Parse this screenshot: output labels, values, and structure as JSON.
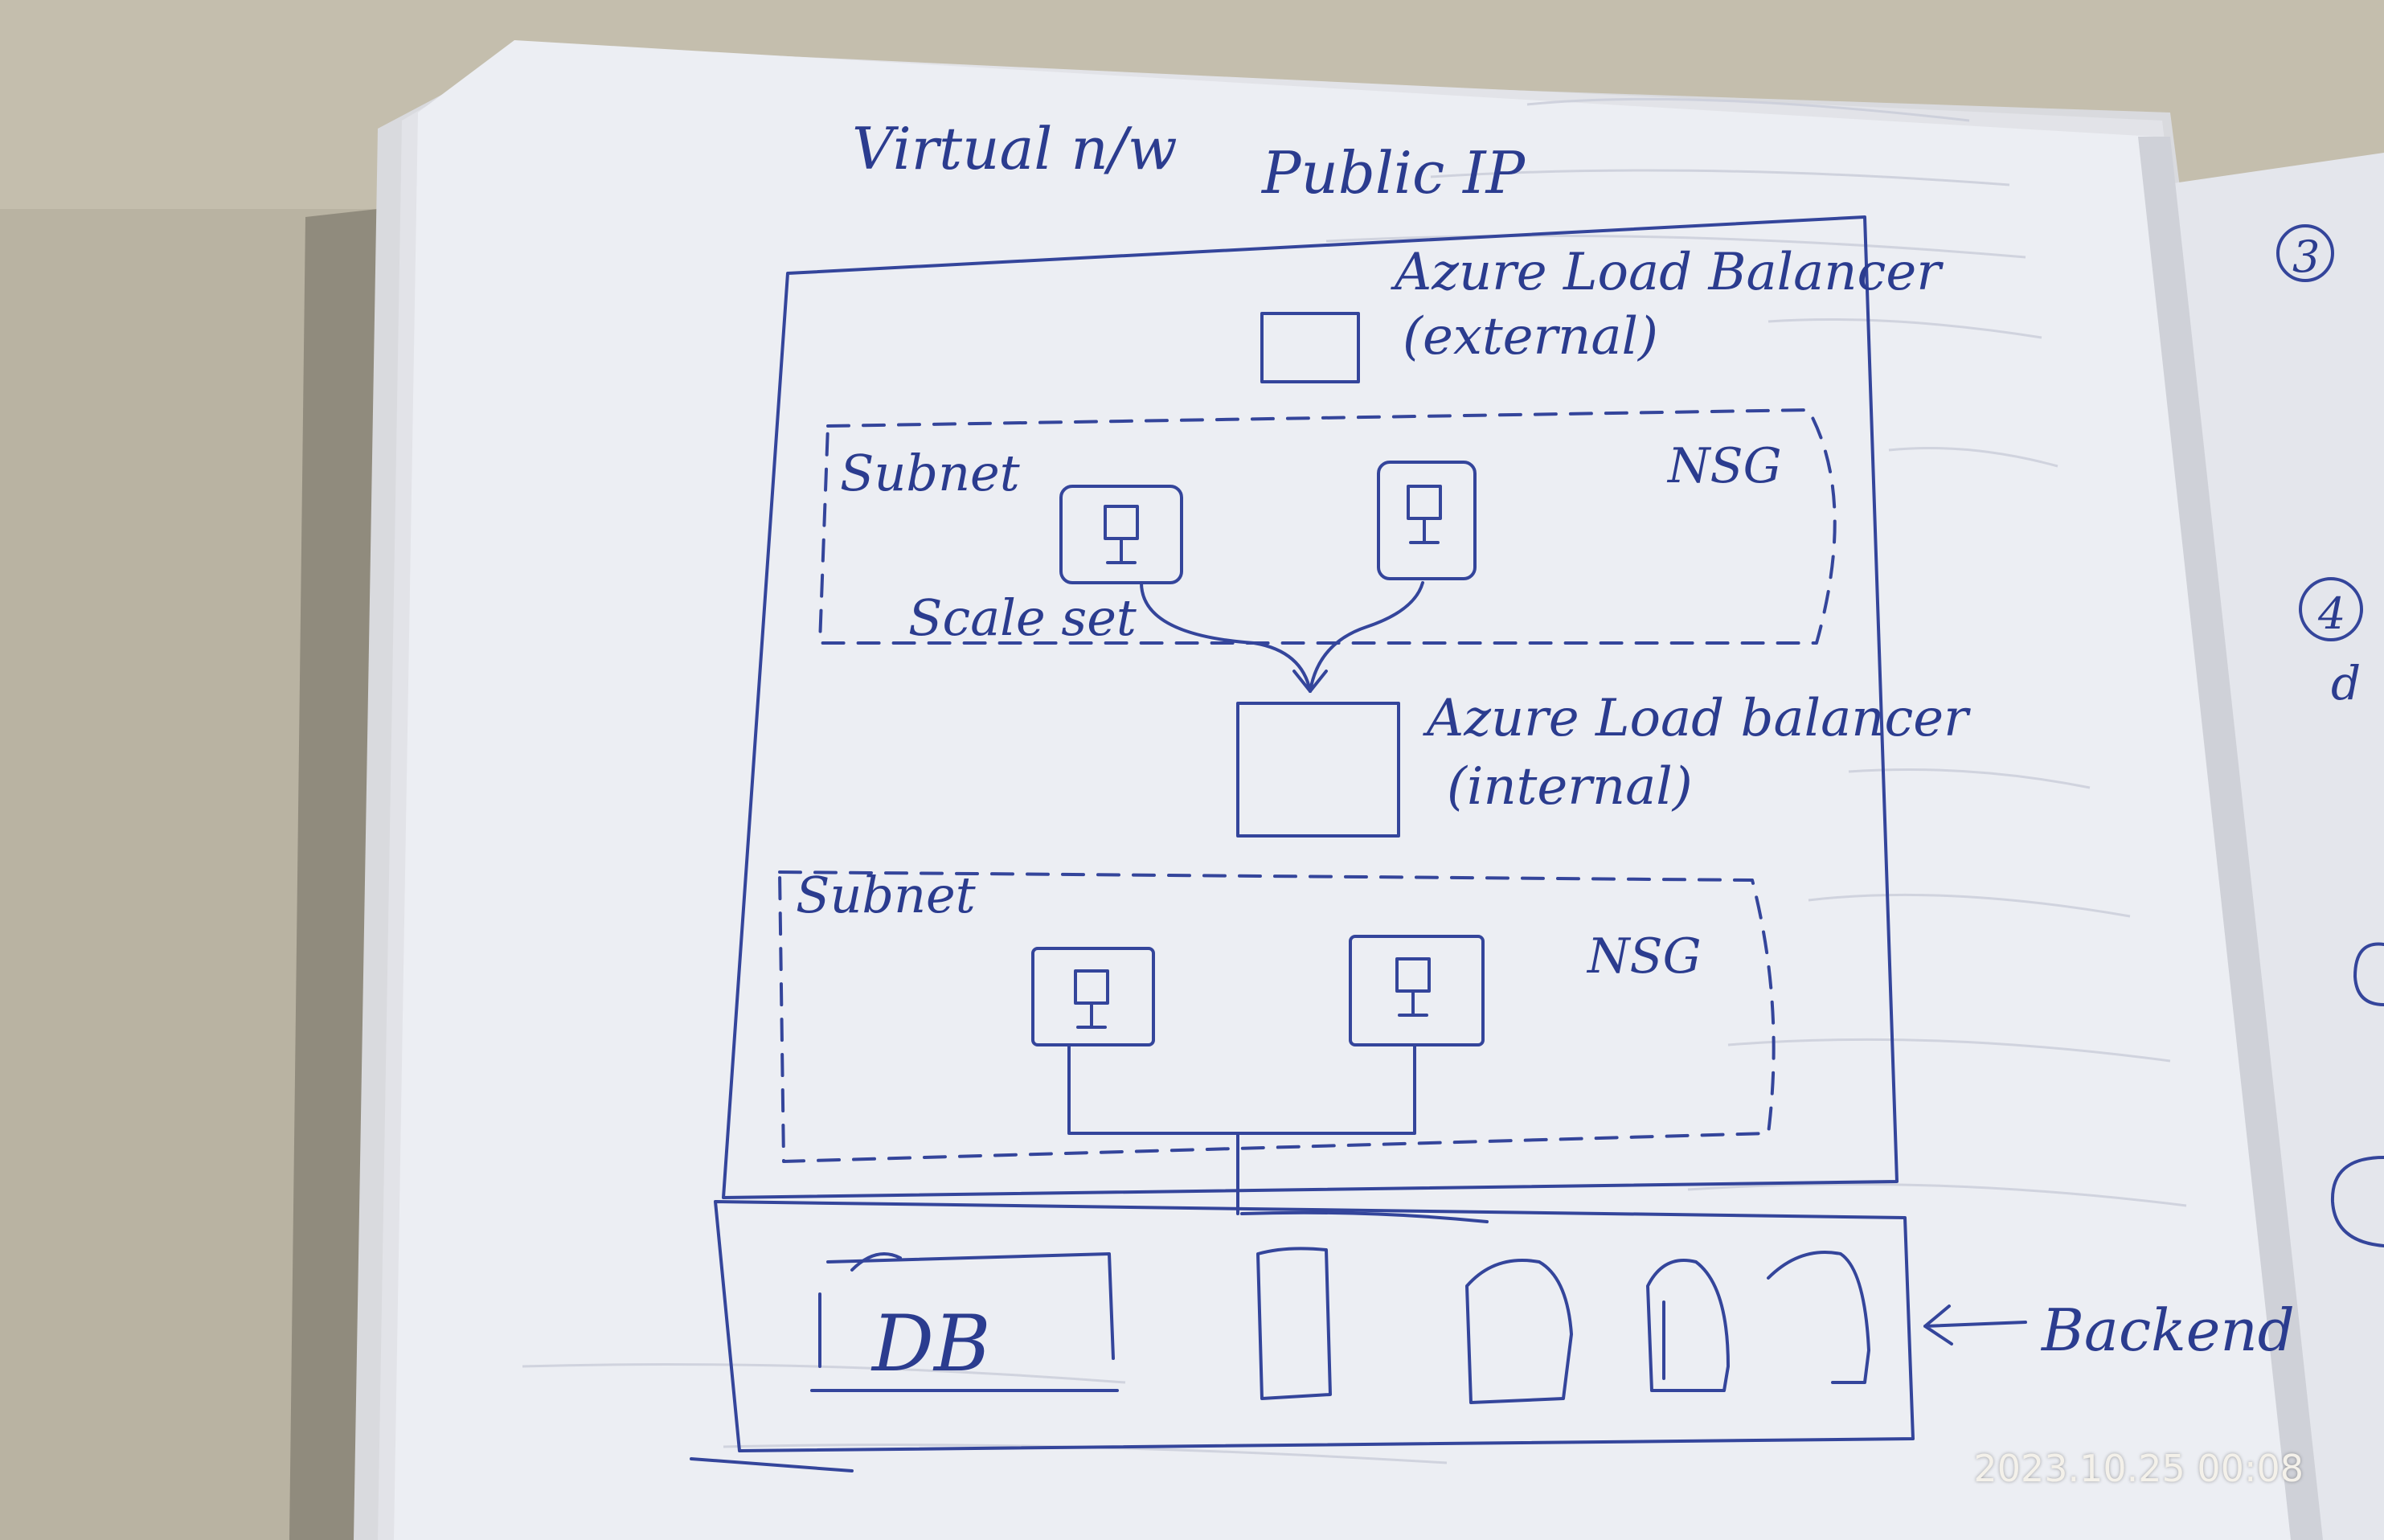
{
  "diagram": {
    "title": "Virtual n/w",
    "public_ip": "Public IP",
    "external_lb": {
      "line1": "Azure Load Balancer",
      "line2": "(external)"
    },
    "internal_lb": {
      "line1": "Azure Load balancer",
      "line2": "(internal)"
    },
    "subnet1": {
      "label": "Subnet",
      "nsg": "NSG",
      "scale_set": "Scale set"
    },
    "subnet2": {
      "label": "Subnet",
      "nsg": "NSG"
    },
    "backend": {
      "db": "DB",
      "label": "Backend"
    },
    "margin_numbers": [
      "3",
      "4",
      "d"
    ]
  },
  "timestamp": "2023.10.25 00:08",
  "colors": {
    "ink": "#34459b",
    "paper": "#eceef3",
    "background": "#b9b3a2"
  }
}
